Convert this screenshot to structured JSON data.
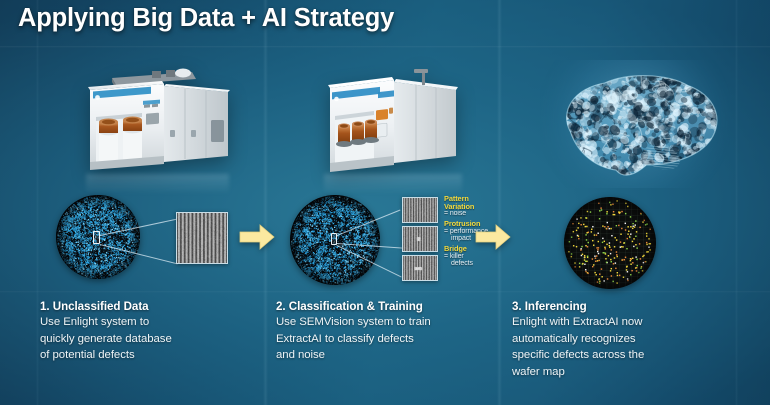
{
  "slide": {
    "title": "Applying Big Data + AI Strategy",
    "background_dark": "#11354f",
    "background_mid": "#1d6b8d",
    "accent_yellow": "#f2d93c",
    "arrow_color": "#fbe9a0"
  },
  "columns": [
    {
      "id": "unclassified-data",
      "visual": "inspection-tool",
      "heading": "1. Unclassified Data",
      "body_lines": [
        "Use Enlight system to",
        "quickly generate database",
        "of potential defects"
      ],
      "wafer": {
        "name": "unclassified-wafer-map",
        "defect_color": "#2aa8e8",
        "density": "high",
        "callout_label": "defect-region-callout"
      },
      "sem_panels": [
        {
          "name": "sem-detail-unclassified",
          "pattern": "uniform-lines"
        }
      ]
    },
    {
      "id": "classification-training",
      "visual": "semvision-tool",
      "heading": "2. Classification & Training",
      "body_lines": [
        "Use SEMVision system to train",
        "ExtractAI to classify defects",
        "and noise"
      ],
      "wafer": {
        "name": "classification-wafer-map",
        "defect_color": "#2aa8e8",
        "density": "high",
        "callout_label": "defect-region-callout"
      },
      "sem_panels": [
        {
          "name": "sem-detail-pattern-variation",
          "pattern": "uniform-lines"
        },
        {
          "name": "sem-detail-protrusion",
          "pattern": "protrusion-lines"
        },
        {
          "name": "sem-detail-bridge",
          "pattern": "bridge-lines"
        }
      ],
      "legend": [
        {
          "title": "Pattern",
          "title2": "Variation",
          "desc": "= noise",
          "desc2": ""
        },
        {
          "title": "Protrusion",
          "title2": "",
          "desc": "= performance",
          "desc2": "impact"
        },
        {
          "title": "Bridge",
          "title2": "",
          "desc": "= killer",
          "desc2": "defects"
        }
      ]
    },
    {
      "id": "inferencing",
      "visual": "ai-brain",
      "heading": "3. Inferencing",
      "body_lines": [
        "Enlight with ExtractAI now",
        "automatically recognizes",
        "specific defects across the",
        "wafer map"
      ],
      "wafer": {
        "name": "classified-wafer-map",
        "defect_colors": [
          "#f2d93c",
          "#e8893a",
          "#8ed44a",
          "#f2f2f2"
        ],
        "density": "sparse"
      }
    }
  ],
  "arrows": [
    {
      "name": "flow-arrow-1",
      "direction": "right"
    },
    {
      "name": "flow-arrow-2",
      "direction": "right"
    }
  ]
}
